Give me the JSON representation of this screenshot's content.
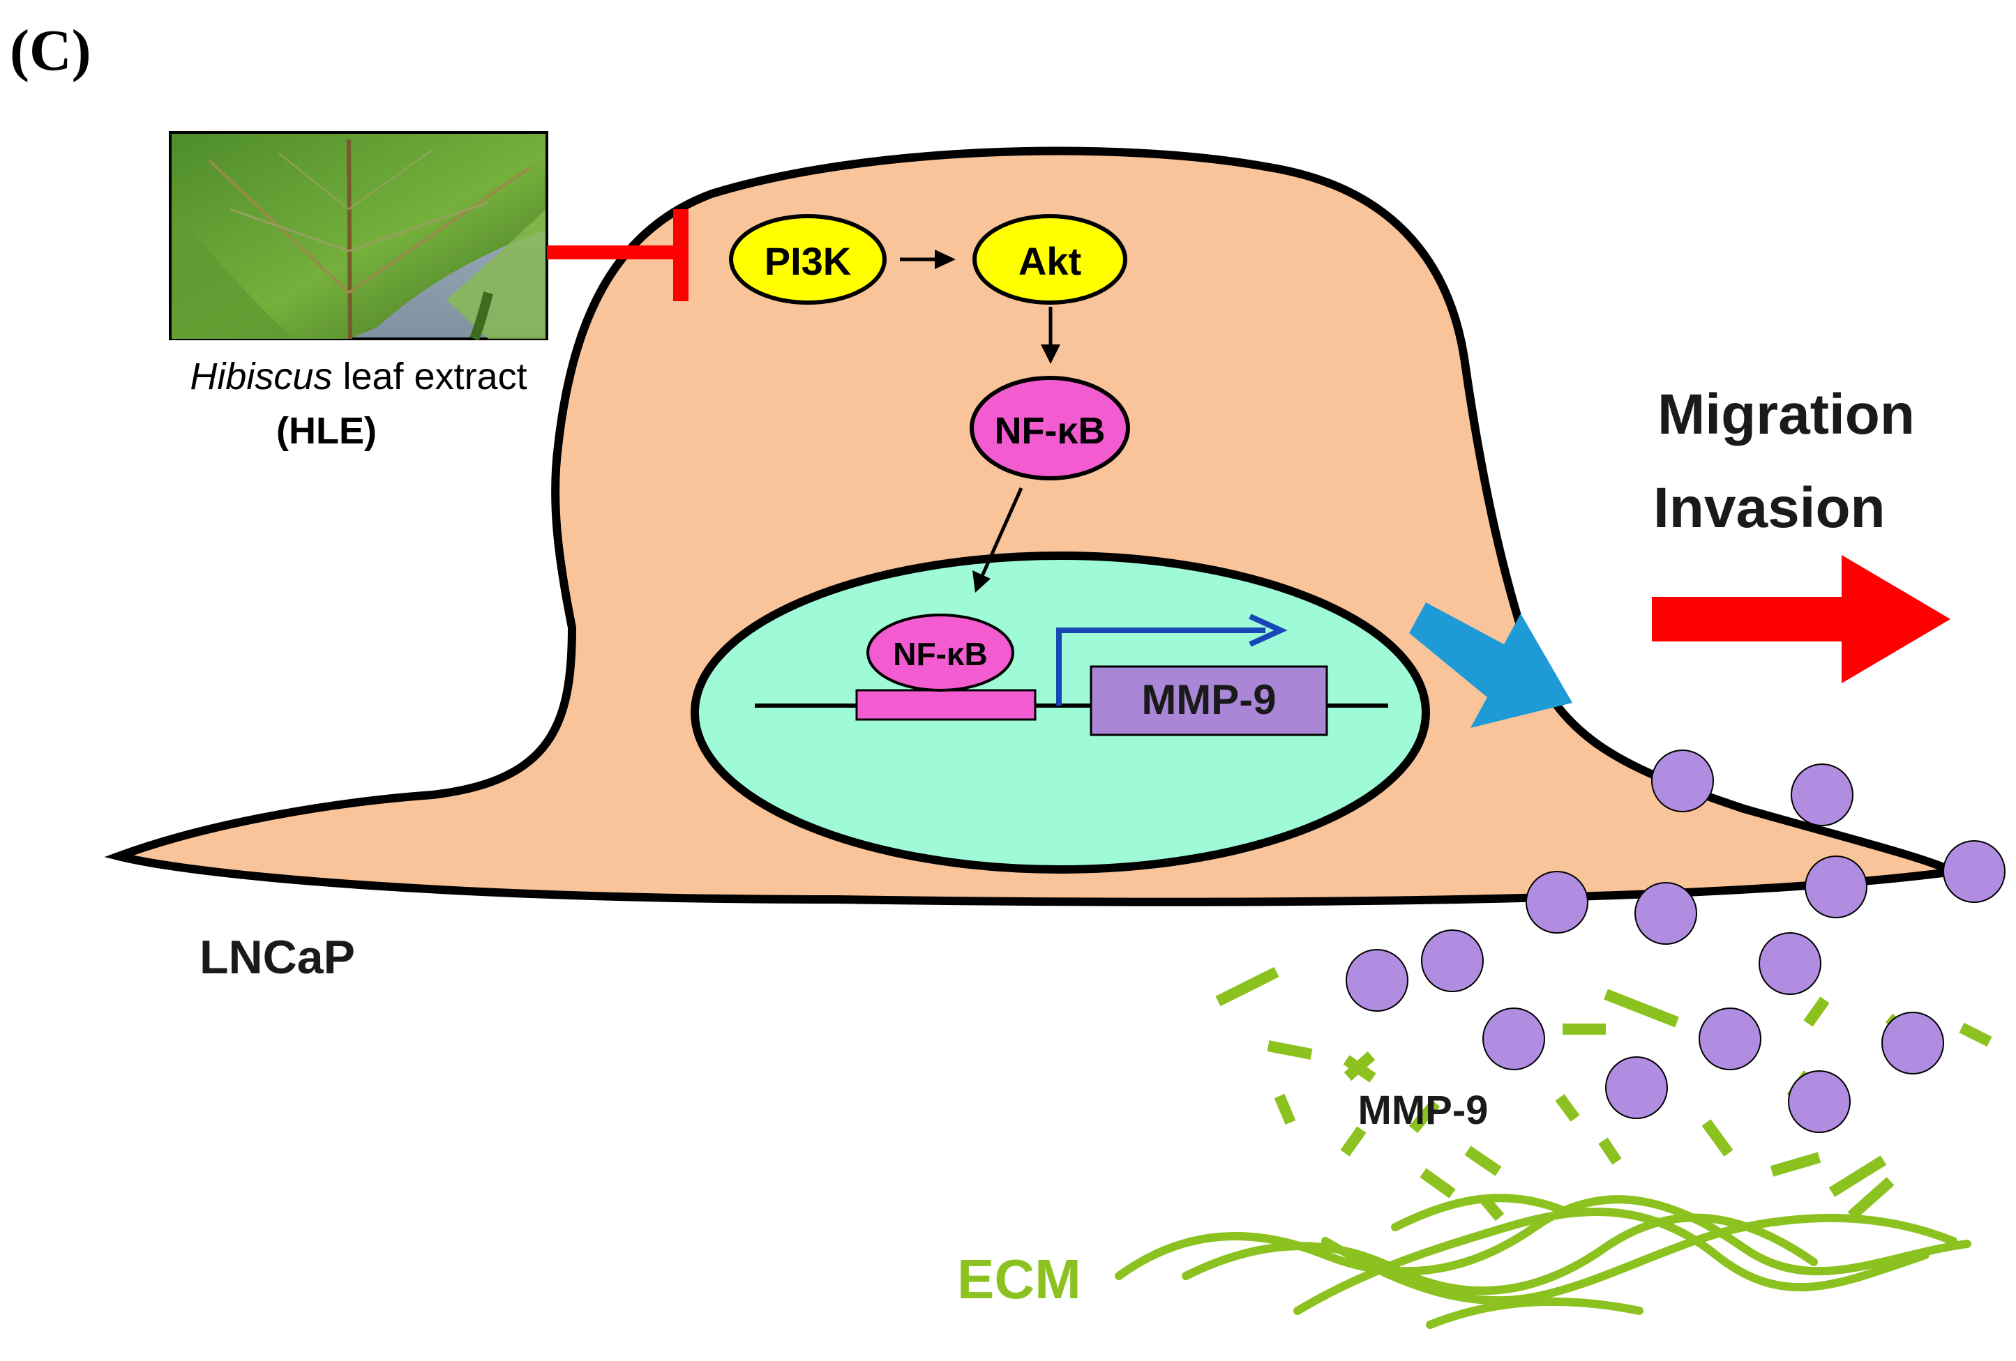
{
  "panel_label": "(C)",
  "hle": {
    "name_italic": "Hibiscus",
    "name_rest": " leaf extract",
    "abbrev": "(HLE)"
  },
  "pathway": {
    "pi3k": "PI3K",
    "akt": "Akt",
    "nfkb_cytoplasm": "NF-κB",
    "nfkb_nucleus": "NF-κB",
    "mmp9_gene": "MMP-9"
  },
  "outcome": {
    "line1": "Migration",
    "line2": "Invasion"
  },
  "cell_label": "LNCaP",
  "secreted_label": "MMP-9",
  "ecm_label": "ECM",
  "colors": {
    "cell_fill": "#f9c49a",
    "nucleus_fill": "#9ffad8",
    "yellow_node": "#ffff00",
    "pink_node": "#f35bd0",
    "gene_box": "#a987d6",
    "mmp_dot": "#b08de0",
    "ecm_green": "#8cc21f",
    "inhibit_red": "#ff0000",
    "secretion_arrow": "#1e9ad6",
    "transcription_arrow": "#1747b5",
    "outline": "#000000"
  }
}
